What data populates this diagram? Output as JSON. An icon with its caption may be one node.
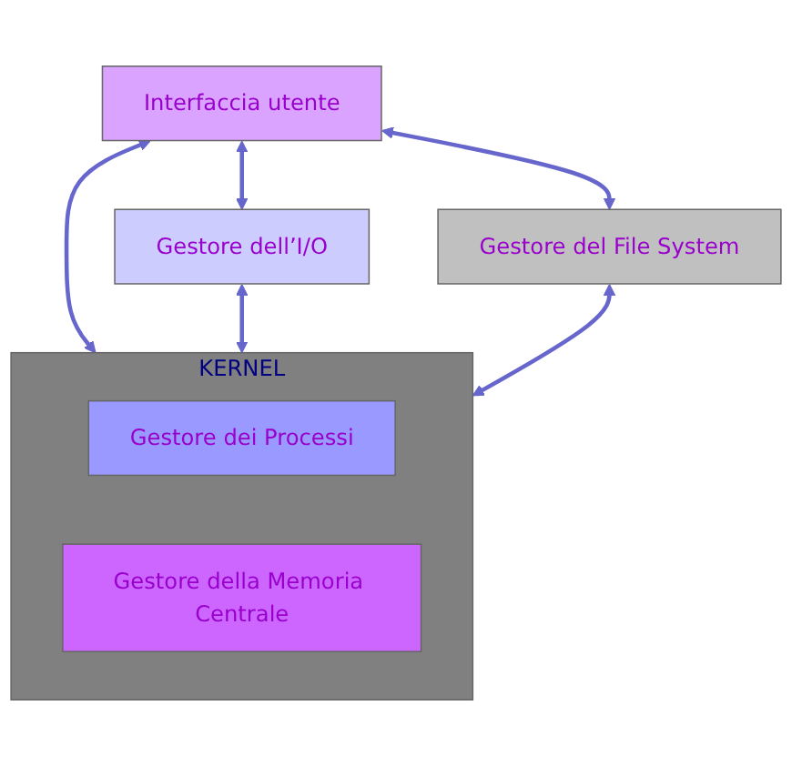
{
  "diagram": {
    "nodes": [
      {
        "text": [
          "Interfaccia utente"
        ]
      },
      {
        "text": [
          "Gestore dell’I/O"
        ]
      },
      {
        "text": [
          "Gestore del File System"
        ]
      },
      {
        "text": [
          "KERNEL"
        ]
      },
      {
        "text": [
          "Gestore dei Processi"
        ],
        "in": 3
      },
      {
        "text": [
          "Gestore della Memoria Centrale"
        ],
        "in": 3
      }
    ],
    "edges": [
      {
        "from": 0,
        "to": 1,
        "arrow": "both"
      },
      {
        "from": 0,
        "to": 3,
        "arrow": "both"
      },
      {
        "from": 0,
        "to": 2,
        "arrow": "both"
      },
      {
        "from": 1,
        "to": 3,
        "arrow": "both"
      },
      {
        "from": 2,
        "to": 3,
        "arrow": "both"
      }
    ]
  }
}
